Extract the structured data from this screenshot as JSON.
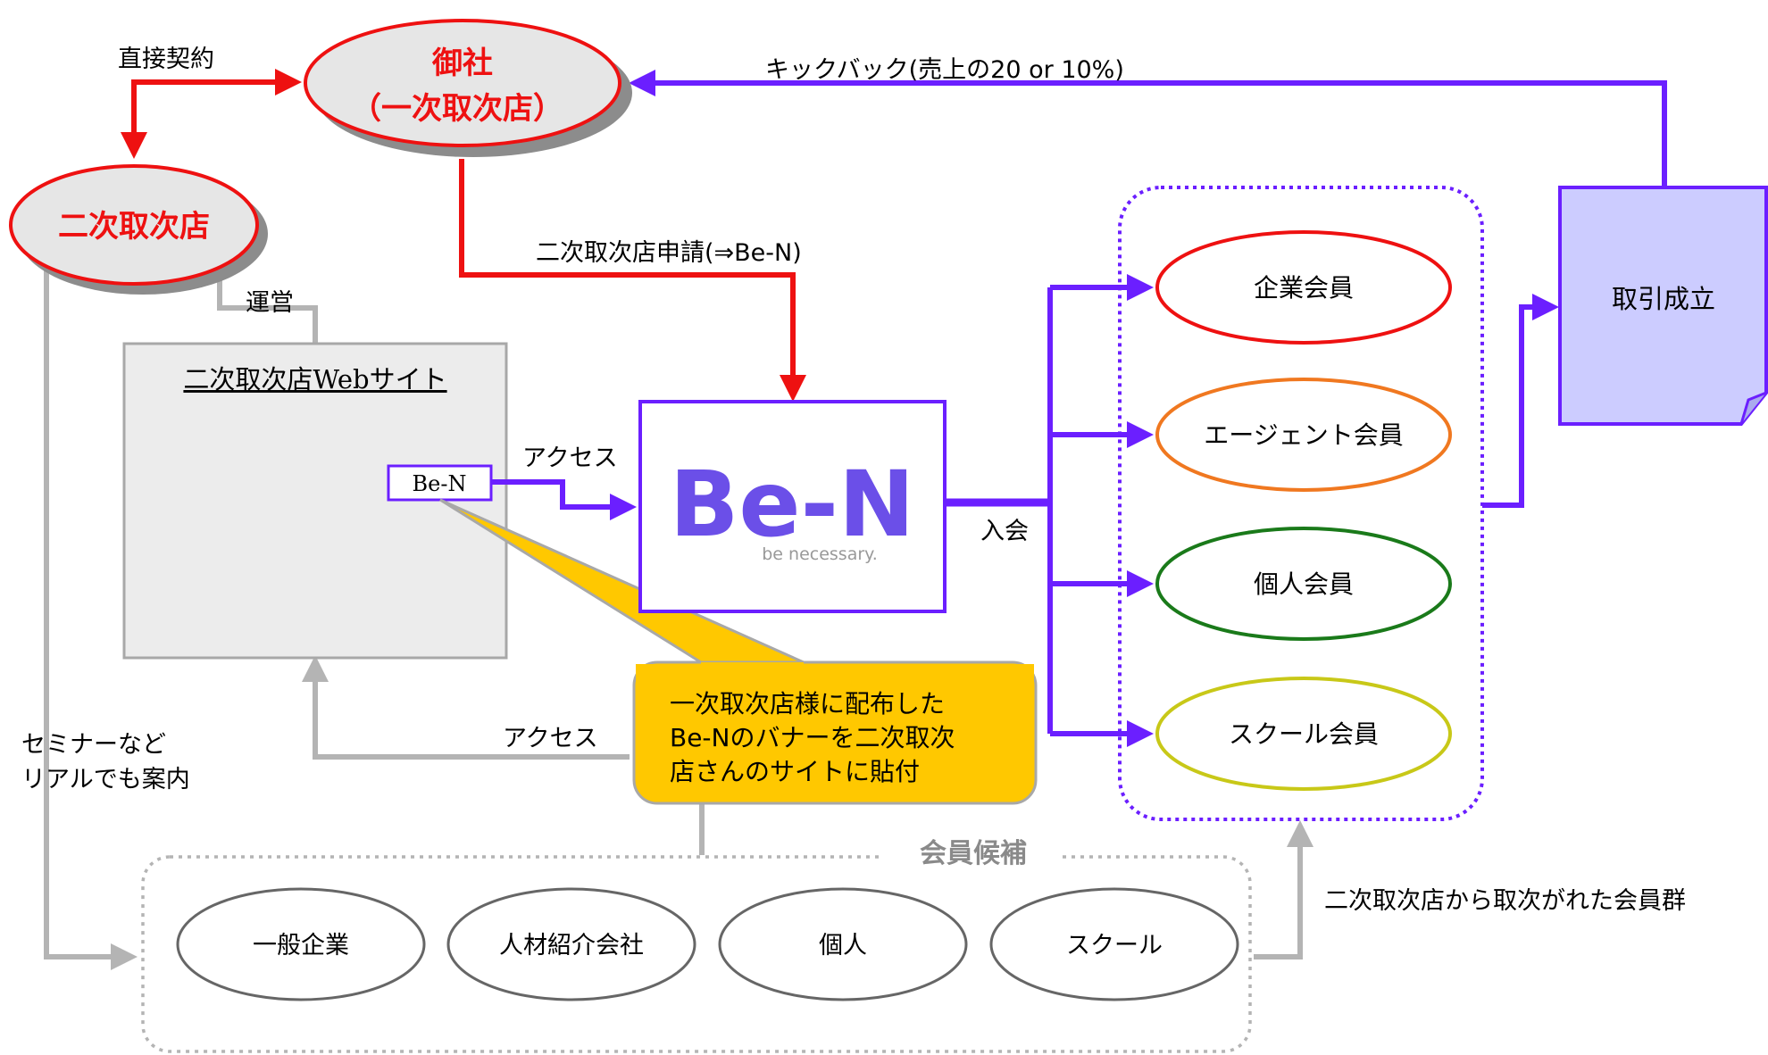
{
  "nodes": {
    "onsha": {
      "line1": "御社",
      "line2": "（一次取次店）"
    },
    "niji": {
      "label": "二次取次店"
    },
    "website": {
      "title": "二次取次店Webサイト",
      "banner": "Be-N"
    },
    "ben": {
      "logo": "Be-N",
      "tagline": "be necessary."
    },
    "callout": {
      "line1": "一次取次店様に配布した",
      "line2": "Be-Nのバナーを二次取次",
      "line3": "店さんのサイトに貼付"
    },
    "members": [
      {
        "label": "企業会員",
        "color": "#ee1111"
      },
      {
        "label": "エージェント会員",
        "color": "#f07820"
      },
      {
        "label": "個人会員",
        "color": "#1a7a1a"
      },
      {
        "label": "スクール会員",
        "color": "#c8c818"
      }
    ],
    "deal": {
      "label": "取引成立"
    },
    "candidates": {
      "title": "会員候補",
      "items": [
        "一般企業",
        "人材紹介会社",
        "個人",
        "スクール"
      ]
    }
  },
  "edge_labels": {
    "direct_contract": "直接契約",
    "kickback": "キックバック(売上の20 or 10%)",
    "apply": "二次取次店申請(⇒Be-N)",
    "operate": "運営",
    "access_banner": "アクセス",
    "access_site": "アクセス",
    "join": "入会",
    "seminar_line1": "セミナーなど",
    "seminar_line2": "リアルでも案内",
    "member_group": "二次取次店から取次がれた会員群"
  },
  "colors": {
    "red": "#ee1111",
    "purple": "#6b1fff",
    "gray": "#b4b4b4",
    "callout_fill": "#ffc800",
    "deal_fill": "#ccccff"
  }
}
